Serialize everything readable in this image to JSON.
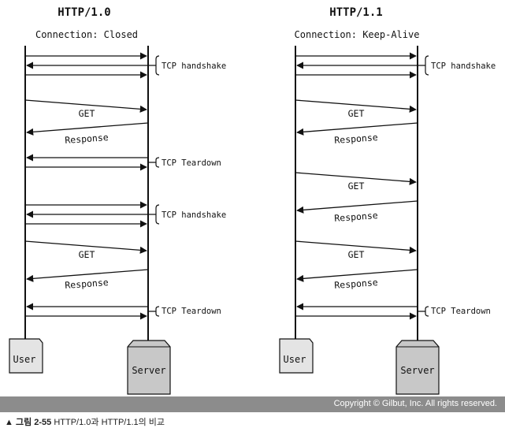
{
  "panels": [
    {
      "title": "HTTP/1.0",
      "subtitle": "Connection: Closed",
      "client_label": "User",
      "server_label": "Server",
      "messages": [
        "GET",
        "Response",
        "GET",
        "Response"
      ],
      "notes": [
        "TCP handshake",
        "TCP Teardown",
        "TCP handshake",
        "TCP Teardown"
      ]
    },
    {
      "title": "HTTP/1.1",
      "subtitle": "Connection: Keep-Alive",
      "client_label": "User",
      "server_label": "Server",
      "messages": [
        "GET",
        "Response",
        "GET",
        "Response",
        "GET",
        "Response"
      ],
      "notes": [
        "TCP handshake",
        "TCP Teardown"
      ]
    }
  ],
  "footer": {
    "copyright": "Copyright © Gilbut, Inc. All rights reserved."
  },
  "caption": {
    "number": "▲ 그림 2-55",
    "text": " HTTP/1.0과 HTTP/1.1의 비교"
  }
}
